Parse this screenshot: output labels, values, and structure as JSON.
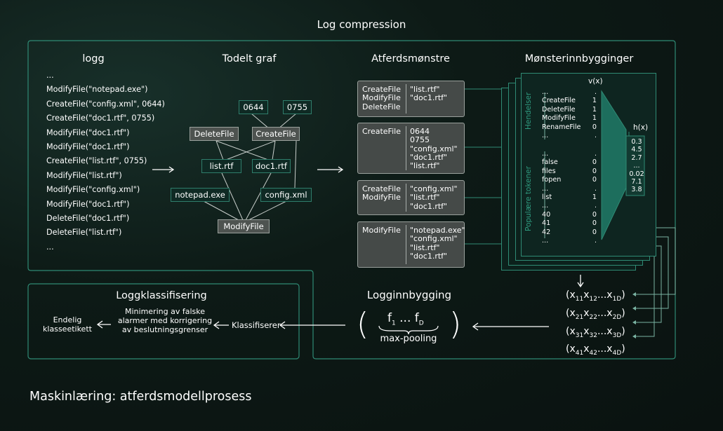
{
  "header": {
    "title": "Log compression"
  },
  "columns": {
    "log": "logg",
    "graph": "Todelt graf",
    "patterns": "Atferdsmønstre",
    "embeddings": "Mønsterinnbygginger"
  },
  "log_lines": [
    "...",
    "ModifyFile(\"notepad.exe\")",
    "CreateFile(\"config.xml\", 0644)",
    "CreateFile(\"doc1.rtf\", 0755)",
    "ModifyFile(\"doc1.rtf\")",
    "ModifyFile(\"doc1.rtf\")",
    "CreateFile(\"list.rtf\", 0755)",
    "ModifyFile(\"list.rtf\")",
    "ModifyFile(\"config.xml\")",
    "ModifyFile(\"doc1.rtf\")",
    "DeleteFile(\"doc1.rtf\")",
    "DeleteFile(\"list.rtf\")",
    "..."
  ],
  "graph_nodes": {
    "n0644": "0644",
    "n0755": "0755",
    "deletefile": "DeleteFile",
    "createfile": "CreateFile",
    "listrtf": "list.rtf",
    "doc1rtf": "doc1.rtf",
    "notepad": "notepad.exe",
    "config": "config.xml",
    "modifyfile": "ModifyFile"
  },
  "patterns": [
    {
      "left": "CreateFile\nModifyFile\nDeleteFile",
      "right": "\"list.rtf\"\n\"doc1.rtf\""
    },
    {
      "left": "CreateFile",
      "right": "0644\n0755\n\"config.xml\"\n\"doc1.rtf\"\n\"list.rtf\""
    },
    {
      "left": "CreateFile\nModifyFile",
      "right": "\"config.xml\"\n\"list.rtf\"\n\"doc1.rtf\""
    },
    {
      "left": "ModifyFile",
      "right": "\"notepad.exe\"\n\"config.xml\"\n\"list.rtf\"\n\"doc1.rtf\""
    }
  ],
  "embedding": {
    "vx_label": "v(x)",
    "hx_label": "h(x)",
    "events_label": "Hendelser",
    "tokens_label": "Populære tokener",
    "event_rows": [
      [
        "...",
        "."
      ],
      [
        "CreateFile",
        "1"
      ],
      [
        "DeleteFile",
        "1"
      ],
      [
        "ModifyFile",
        "1"
      ],
      [
        "RenameFile",
        "0"
      ],
      [
        "...",
        "."
      ]
    ],
    "token_rows": [
      [
        "...",
        "."
      ],
      [
        "false",
        "0"
      ],
      [
        "files",
        "0"
      ],
      [
        "fopen",
        "0"
      ],
      [
        "...",
        "."
      ],
      [
        "list",
        "1"
      ],
      [
        "...",
        "."
      ],
      [
        "40",
        "0"
      ],
      [
        "41",
        "0"
      ],
      [
        "42",
        "0"
      ],
      [
        "...",
        "."
      ]
    ],
    "hx_values": [
      "0.3",
      "4.5",
      "2.7",
      "...",
      "0.02",
      "7.1",
      "3.8"
    ]
  },
  "vectors": [
    {
      "open": "(x",
      "a": "11",
      "b": "x",
      "c": "12",
      "d": "...x",
      "e": "1D",
      "close": ")"
    },
    {
      "open": "(x",
      "a": "21",
      "b": "x",
      "c": "22",
      "d": "...x",
      "e": "2D",
      "close": ")"
    },
    {
      "open": "(x",
      "a": "31",
      "b": "x",
      "c": "32",
      "d": "...x",
      "e": "3D",
      "close": ")"
    },
    {
      "open": "(x",
      "a": "41",
      "b": "x",
      "c": "42",
      "d": "...x",
      "e": "4D",
      "close": ")"
    }
  ],
  "log_embedding": {
    "title": "Logginnbygging",
    "f1": "f",
    "f1_sub": "1",
    "dots": " ... ",
    "fd": "f",
    "fd_sub": "D",
    "pooling": "max-pooling"
  },
  "classification": {
    "title": "Loggklassifisering",
    "final_label": "Endelig\nklasseetikett",
    "minimize": "Minimering av falske\nalarmer med korrigering\nav beslutningsgrenser",
    "classifier": "Klassifiserer"
  },
  "footer": {
    "caption": "Maskinlæring: atferdsmodellprosess"
  }
}
